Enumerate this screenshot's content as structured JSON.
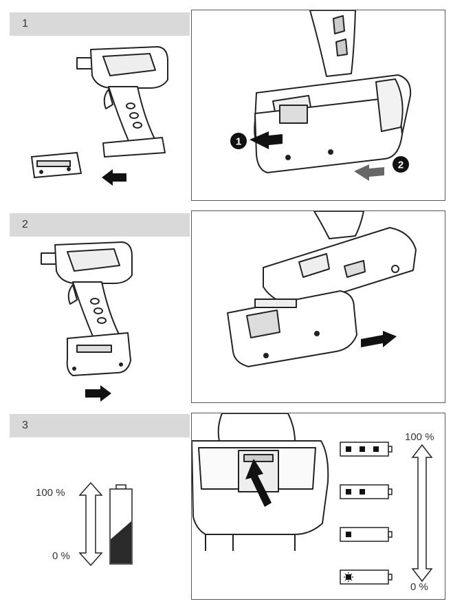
{
  "steps": [
    {
      "number": "1"
    },
    {
      "number": "2"
    },
    {
      "number": "3"
    }
  ],
  "callouts": {
    "first": "1",
    "second": "2"
  },
  "charge_gauge": {
    "top_label": "100 %",
    "bottom_label": "0 %",
    "fill_fraction": 0.45
  },
  "indicator_scale": {
    "top_label": "100 %",
    "bottom_label": "0 %"
  },
  "indicator_levels": [
    {
      "lit_squares": 3,
      "blinking": false
    },
    {
      "lit_squares": 2,
      "blinking": false
    },
    {
      "lit_squares": 1,
      "blinking": false
    },
    {
      "lit_squares": 1,
      "blinking": true
    }
  ]
}
